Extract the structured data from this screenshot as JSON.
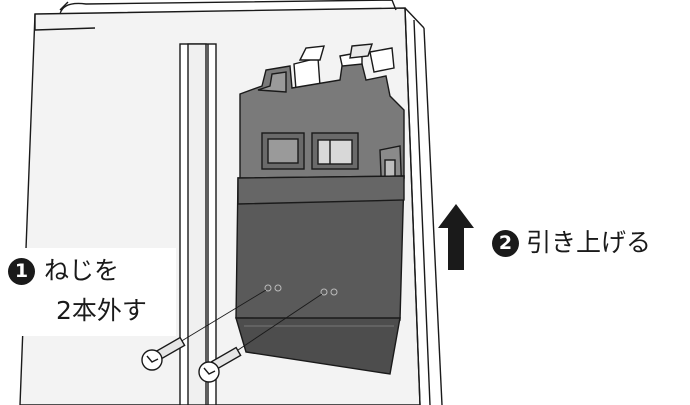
{
  "steps": [
    {
      "number": "1",
      "line1": "ねじを",
      "line2": "2本外す"
    },
    {
      "number": "2",
      "text": "引き上げる"
    }
  ],
  "colors": {
    "ink": "#1a1a1a",
    "wall": "#f3f3f3",
    "module_dark": "#555555",
    "module_mid": "#6e6e6e",
    "module_light": "#8a8a8a"
  },
  "icons": {
    "arrow": "up-arrow-icon",
    "screw": "screw-icon"
  }
}
